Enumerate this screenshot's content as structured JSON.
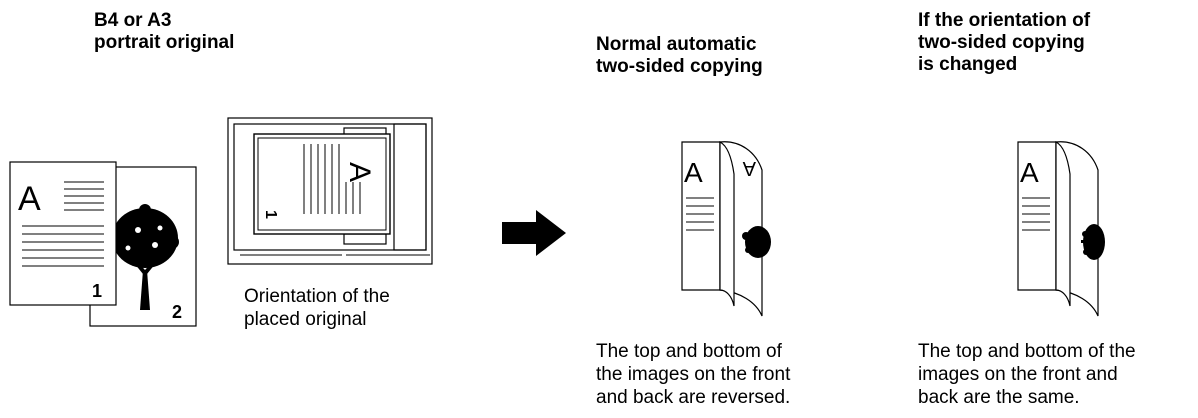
{
  "headings": {
    "original": [
      "B4 or A3",
      "portrait original"
    ],
    "normal": [
      "Normal automatic",
      "two-sided copying"
    ],
    "changed": [
      "If the orientation of",
      "two-sided copying",
      "is changed"
    ]
  },
  "originals": {
    "front_letter": "A",
    "front_page_number": "1",
    "back_page_number": "2"
  },
  "feeder": {
    "page_letter": "A",
    "page_number": "1"
  },
  "captions": {
    "placed": [
      "Orientation of the",
      "placed original"
    ],
    "normal": [
      "The top and bottom of",
      "the images on the front",
      "and back are reversed."
    ],
    "changed": [
      "The top and bottom of the",
      "images on the front and",
      "back are the same."
    ]
  },
  "copies": {
    "normal": {
      "front_letter": "A",
      "back_letter": "A"
    },
    "changed": {
      "front_letter": "A"
    }
  },
  "icons": [
    "tree-icon",
    "arrow-right-icon",
    "document-feeder-icon"
  ]
}
